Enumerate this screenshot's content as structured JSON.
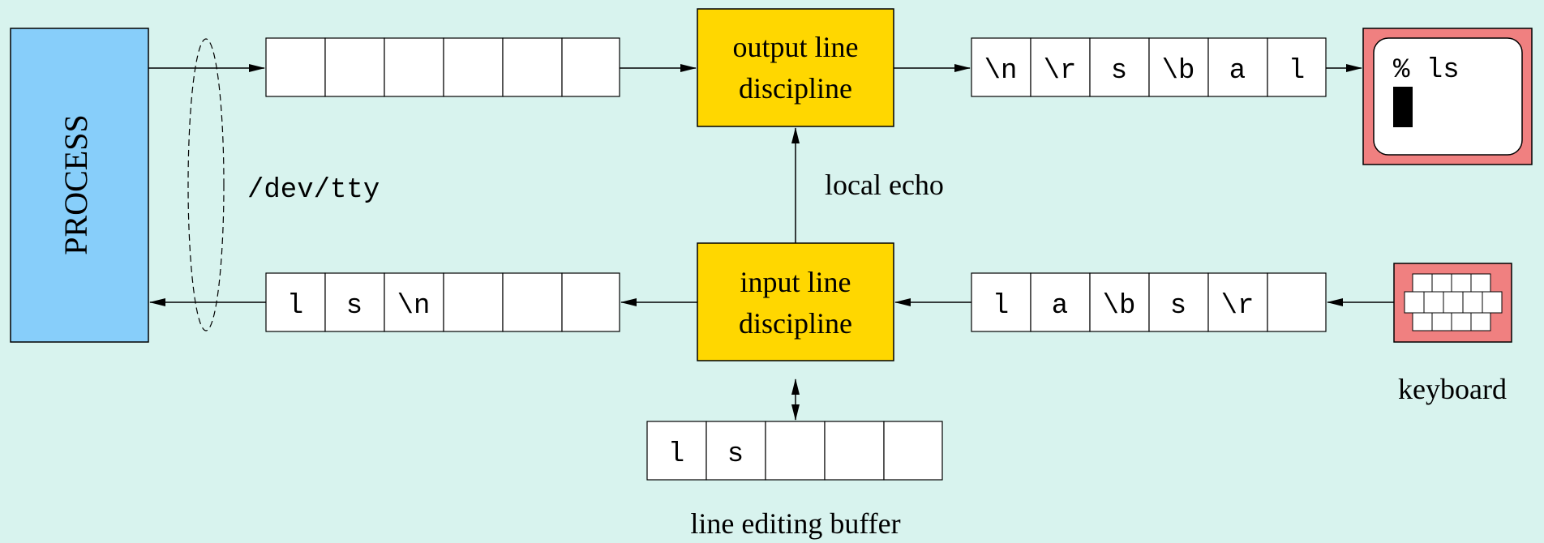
{
  "process": {
    "label": "PROCESS",
    "color": "#87cefa"
  },
  "device": {
    "label": "/dev/tty"
  },
  "output_discipline": {
    "line1": "output line",
    "line2": "discipline",
    "color": "#ffd700"
  },
  "input_discipline": {
    "line1": "input line",
    "line2": "discipline",
    "color": "#ffd700"
  },
  "local_echo": {
    "label": "local echo"
  },
  "process_output_queue": {
    "cells": [
      "",
      "",
      "",
      "",
      "",
      ""
    ]
  },
  "terminal_output_queue": {
    "cells": [
      "\\n",
      "\\r",
      "s",
      "\\b",
      "a",
      "l"
    ]
  },
  "process_input_queue": {
    "cells": [
      "l",
      "s",
      "\\n",
      "",
      "",
      ""
    ]
  },
  "raw_input_queue": {
    "cells": [
      "l",
      "a",
      "\\b",
      "s",
      "\\r",
      ""
    ]
  },
  "line_editing_buffer": {
    "label": "line editing buffer",
    "cells": [
      "l",
      "s",
      "",
      "",
      ""
    ]
  },
  "screen": {
    "text": "% ls",
    "frame_color": "#f08080"
  },
  "keyboard": {
    "label": "keyboard",
    "frame_color": "#f08080"
  }
}
